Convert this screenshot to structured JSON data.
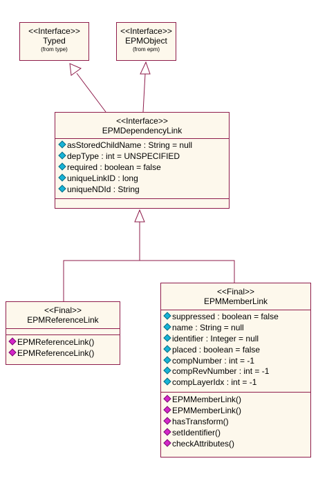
{
  "typed": {
    "stereotype": "<<Interface>>",
    "name": "Typed",
    "source": "(from type)"
  },
  "epmobject": {
    "stereotype": "<<Interface>>",
    "name": "EPMObject",
    "source": "(from epm)"
  },
  "dependency_link": {
    "stereotype": "<<Interface>>",
    "name": "EPMDependencyLink",
    "attributes": [
      "asStoredChildName : String = null",
      "depType : int = UNSPECIFIED",
      "required : boolean = false",
      "uniqueLinkID : long",
      "uniqueNDId : String"
    ]
  },
  "reference_link": {
    "stereotype": "<<Final>>",
    "name": "EPMReferenceLink",
    "operations": [
      "EPMReferenceLink()",
      "EPMReferenceLink()"
    ]
  },
  "member_link": {
    "stereotype": "<<Final>>",
    "name": "EPMMemberLink",
    "attributes": [
      "suppressed : boolean = false",
      "name : String = null",
      "identifier : Integer = null",
      "placed : boolean = false",
      "compNumber : int = -1",
      "compRevNumber : int = -1",
      "compLayerIdx : int = -1"
    ],
    "operations": [
      "EPMMemberLink()",
      "EPMMemberLink()",
      "hasTransform()",
      "setIdentifier()",
      "checkAttributes()"
    ]
  },
  "colors": {
    "border": "#8e1b4a",
    "fill": "#fdf8ec",
    "attribute_icon": "#17b3d6",
    "operation_icon": "#d426c9"
  }
}
